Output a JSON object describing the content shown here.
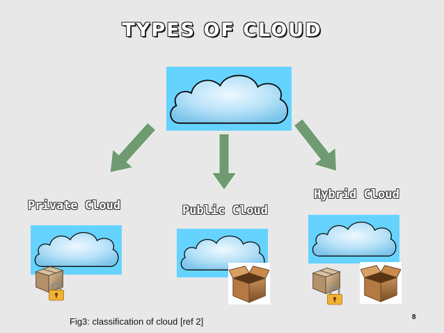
{
  "slide": {
    "title": "TYPES OF CLOUD",
    "labels": {
      "private": "Private Cloud",
      "public": "Public Cloud",
      "hybrid": "Hybrid Cloud"
    },
    "caption": "Fig3: classification of cloud [ref 2]",
    "page_number": "8"
  },
  "icons": {
    "main": "cloud-icon",
    "private": [
      "cloud-icon",
      "box-icon",
      "lock-icon"
    ],
    "public": [
      "cloud-icon",
      "open-box-icon"
    ],
    "hybrid": [
      "cloud-icon",
      "box-icon",
      "lock-icon",
      "open-box-icon"
    ]
  },
  "colors": {
    "sky_panel": "#66d3ff",
    "cloud_fill": "#a8dcf5",
    "arrow_fill": "#6f9a72",
    "background": "#e8e8e8"
  }
}
